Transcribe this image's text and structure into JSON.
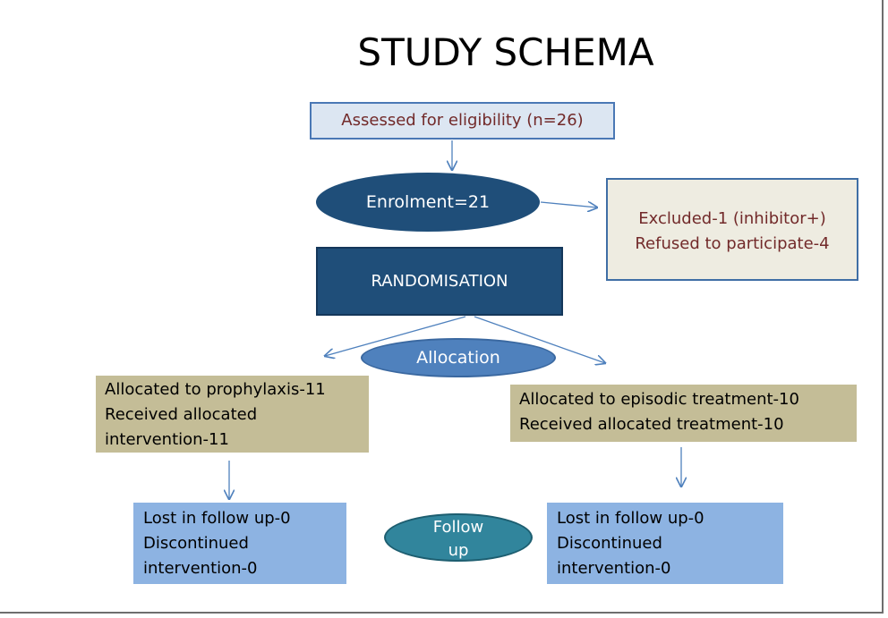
{
  "title": "STUDY SCHEMA",
  "nodes": {
    "eligibility": {
      "text": "Assessed for eligibility (n=26)"
    },
    "enrolment": {
      "text": "Enrolment=21"
    },
    "excluded": {
      "lines": [
        "Excluded-1 (inhibitor+)",
        "Refused to participate-4"
      ]
    },
    "randomisation": {
      "text": "RANDOMISATION"
    },
    "allocation": {
      "text": "Allocation"
    },
    "prophylaxis": {
      "lines": [
        "Allocated to prophylaxis-11",
        "Received allocated",
        "intervention-11"
      ]
    },
    "episodic": {
      "lines": [
        "Allocated to episodic treatment-10",
        "Received allocated treatment-10"
      ]
    },
    "followup_label": {
      "lines": [
        "Follow",
        "up"
      ]
    },
    "followup_left": {
      "lines": [
        "Lost in follow up-0",
        "Discontinued",
        "intervention-0"
      ]
    },
    "followup_right": {
      "lines": [
        "Lost in follow up-0",
        "Discontinued",
        "intervention-0"
      ]
    }
  },
  "colors": {
    "eligibility_fill": "#dce6f2",
    "dark_blue": "#1f4e79",
    "allocation_fill": "#4f81bd",
    "tan": "#c4bd97",
    "light_blue": "#8db3e2",
    "teal": "#31859c",
    "excluded_fill": "#eeece1",
    "arrow": "#4f81bd",
    "maroon_text": "#722a2a"
  }
}
